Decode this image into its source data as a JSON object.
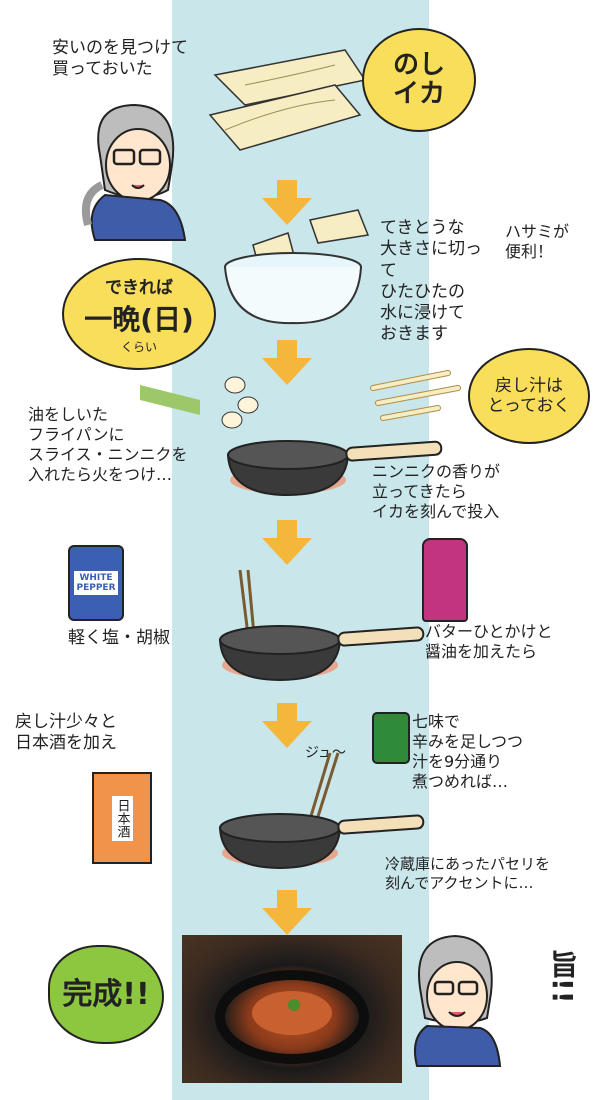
{
  "notes": {
    "bought_cheap": "安いのを見つけて\n買っておいた",
    "cut_soak": "てきとうな\n大きさに切って\nひたひたの\n水に浸けて\nおきます",
    "scissors": "ハサミが\n便利！",
    "oil_pan": "油をしいた\nフライパンに\nスライス・ニンニクを\n入れたら火をつけ…",
    "garlic_squid": "ニンニクの香りが\n立ってきたら\nイカを刻んで投入",
    "salt_pepper": "軽く塩・胡椒",
    "butter_soy": "バターひとかけと\n醤油を加えたら",
    "soak_sake": "戻し汁少々と\n日本酒を加え",
    "shichimi": "七味で\n辛みを足しつつ\n汁を9分通り\n煮つめれば…",
    "parsley": "冷蔵庫にあったパセリを\n刻んでアクセントに…",
    "umai": "旨!!",
    "sizzle": "ジュ〜"
  },
  "bubbles": {
    "noshi_ika": "のし\nイカ",
    "overnight_top": "できれば",
    "overnight_main": "一晩(日)",
    "overnight_bottom": "くらい",
    "keep_liquid": "戻し汁は\nとっておく",
    "complete": "完成!!"
  },
  "labels": {
    "white_pepper": "WHITE PEPPER",
    "sake_carton": "日本酒"
  },
  "colors": {
    "strip": "#c9e6ea",
    "arrow": "#f5b63c",
    "bubble": "#f8de5a",
    "complete": "#8dc63f",
    "pan": "#3a3a3a",
    "green_arrow": "#9cc86a"
  }
}
